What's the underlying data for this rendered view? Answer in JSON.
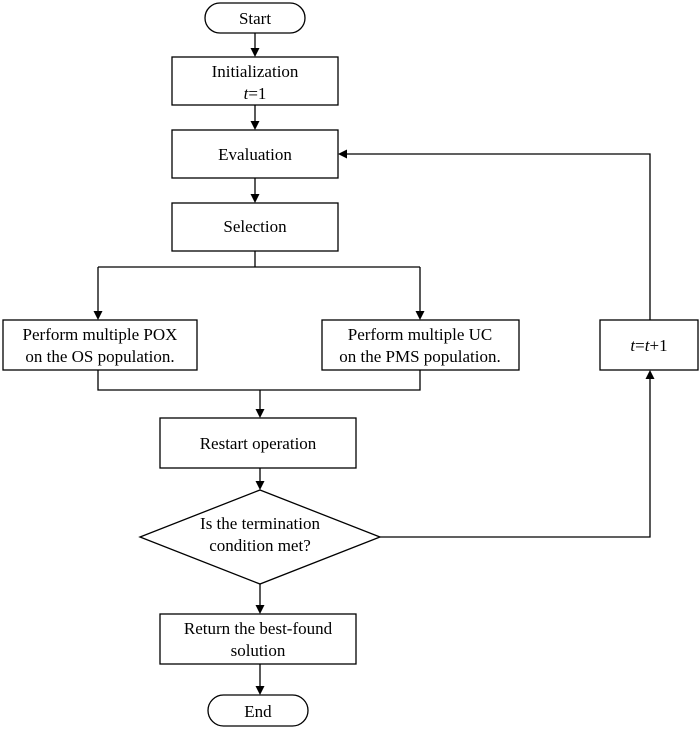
{
  "flowchart": {
    "start": "Start",
    "init": {
      "line1": "Initialization",
      "line2_var": "t",
      "line2_rest": "=1"
    },
    "evaluation": "Evaluation",
    "selection": "Selection",
    "pox": {
      "line1": "Perform multiple POX",
      "line2": "on the OS population."
    },
    "uc": {
      "line1": "Perform multiple UC",
      "line2": "on the PMS population."
    },
    "increment": {
      "var1": "t",
      "eq": "=",
      "var2": "t",
      "rest": "+1"
    },
    "restart": "Restart operation",
    "decision": {
      "line1": "Is the termination",
      "line2": "condition met?"
    },
    "result": {
      "line1": "Return the best-found",
      "line2": "solution"
    },
    "end": "End"
  }
}
